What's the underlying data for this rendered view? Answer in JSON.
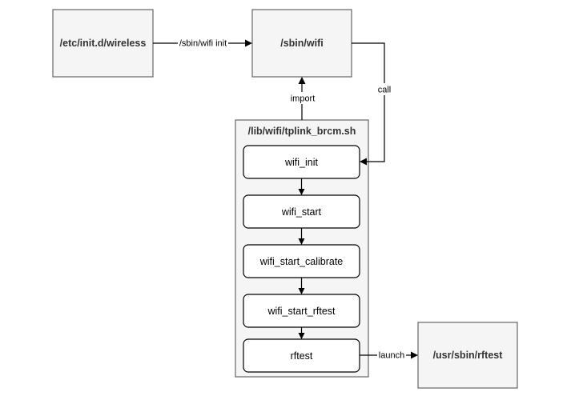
{
  "nodes": {
    "wireless": "/etc/init.d/wireless",
    "sbin_wifi": "/sbin/wifi",
    "usr_sbin_rftest": "/usr/sbin/rftest"
  },
  "group": {
    "title": "/lib/wifi/tplink_brcm.sh",
    "steps": [
      "wifi_init",
      "wifi_start",
      "wifi_start_calibrate",
      "wifi_start_rftest",
      "rftest"
    ]
  },
  "edges": {
    "wireless_to_wifi": "/sbin/wifi init",
    "import": "import",
    "call": "call",
    "launch": "launch"
  }
}
